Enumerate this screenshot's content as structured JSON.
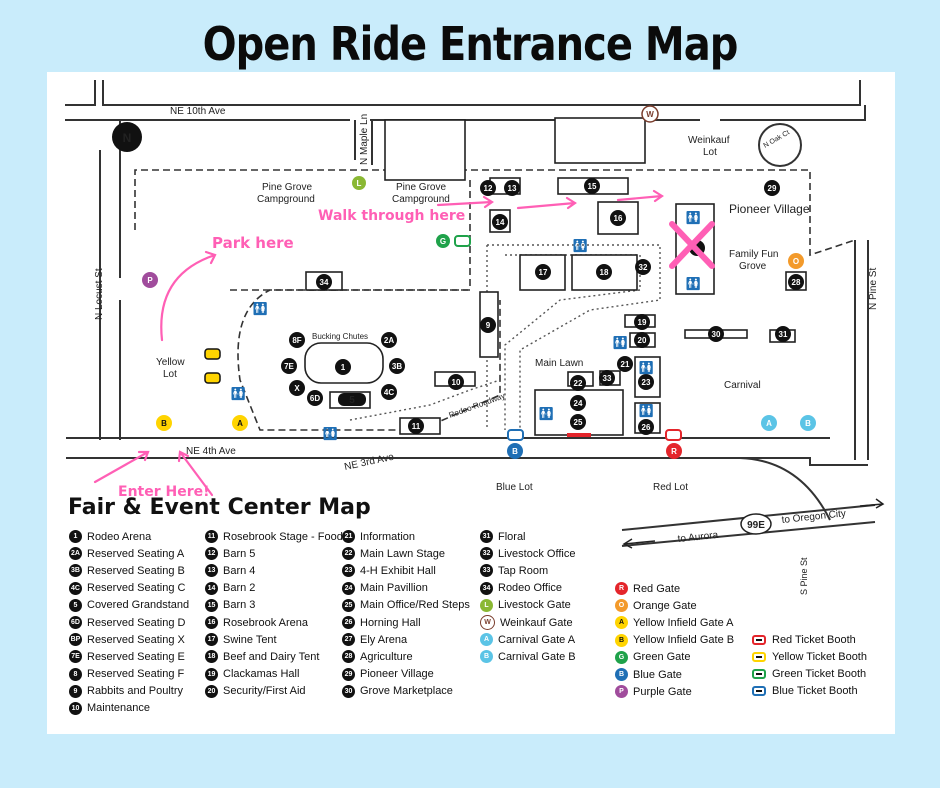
{
  "page": {
    "title": "Open Ride Entrance Map"
  },
  "colors": {
    "pink": "#ff5fb5",
    "background": "#c9ecfb",
    "red": "#e4252b",
    "orange": "#f39a2b",
    "yellow": "#ffd400",
    "green": "#1fa24a",
    "blue": "#1f6fb5",
    "purple": "#a04c9c",
    "light_blue": "#5bc4e6",
    "olive_green": "#8ab833"
  },
  "streets": {
    "ne10": "NE 10th Ave",
    "maple": "N Maple Ln",
    "locust": "N Locust St",
    "pine": "N Pine St",
    "ne4": "NE 4th Ave",
    "ne3": "NE 3rd Ave",
    "rodeo_rd": "Rodeo Roadway",
    "s_pine": "S Pine St",
    "oak": "N Oak Ct"
  },
  "places": {
    "pine_grove_1a": "Pine Grove",
    "pine_grove_1b": "Campground",
    "pine_grove_2a": "Pine Grove",
    "pine_grove_2b": "Campground",
    "weinkauf_a": "Weinkauf",
    "weinkauf_b": "Lot",
    "pioneer": "Pioneer Village",
    "family_a": "Family Fun",
    "family_b": "Grove",
    "yellow_a": "Yellow",
    "yellow_b": "Lot",
    "bucking": "Bucking Chutes",
    "main_lawn": "Main Lawn",
    "carnival": "Carnival",
    "blue_lot": "Blue Lot",
    "red_lot": "Red Lot",
    "to_aurora": "to Aurora",
    "to_oregon": "to Oregon City",
    "hwy": "99E"
  },
  "annotations": {
    "walk": "Walk through here",
    "park": "Park here",
    "enter": "Enter Here!"
  },
  "legend": {
    "title": "Fair & Event Center Map",
    "col1": [
      {
        "badge": "1",
        "label": "Rodeo Arena"
      },
      {
        "badge": "2A",
        "label": "Reserved Seating A"
      },
      {
        "badge": "3B",
        "label": "Reserved Seating B"
      },
      {
        "badge": "4C",
        "label": "Reserved Seating C"
      },
      {
        "badge": "5",
        "label": "Covered Grandstand"
      },
      {
        "badge": "6D",
        "label": "Reserved Seating D"
      },
      {
        "badge": "BP",
        "label": "Reserved Seating X"
      },
      {
        "badge": "7E",
        "label": "Reserved Seating E"
      },
      {
        "badge": "8",
        "label": "Reserved Seating F"
      },
      {
        "badge": "9",
        "label": "Rabbits and Poultry"
      },
      {
        "badge": "10",
        "label": "Maintenance"
      }
    ],
    "col2": [
      {
        "badge": "11",
        "label": "Rosebrook Stage - Food"
      },
      {
        "badge": "12",
        "label": "Barn 5"
      },
      {
        "badge": "13",
        "label": "Barn 4"
      },
      {
        "badge": "14",
        "label": "Barn 2"
      },
      {
        "badge": "15",
        "label": "Barn 3"
      },
      {
        "badge": "16",
        "label": "Rosebrook Arena"
      },
      {
        "badge": "17",
        "label": "Swine Tent"
      },
      {
        "badge": "18",
        "label": "Beef and Dairy Tent"
      },
      {
        "badge": "19",
        "label": "Clackamas Hall"
      },
      {
        "badge": "20",
        "label": "Security/First Aid"
      }
    ],
    "col3": [
      {
        "badge": "21",
        "label": "Information"
      },
      {
        "badge": "22",
        "label": "Main Lawn Stage"
      },
      {
        "badge": "23",
        "label": "4-H Exhibit Hall"
      },
      {
        "badge": "24",
        "label": "Main Pavillion"
      },
      {
        "badge": "25",
        "label": "Main Office/Red Steps"
      },
      {
        "badge": "26",
        "label": "Horning Hall"
      },
      {
        "badge": "27",
        "label": "Ely Arena"
      },
      {
        "badge": "28",
        "label": "Agriculture"
      },
      {
        "badge": "29",
        "label": "Pioneer Village"
      },
      {
        "badge": "30",
        "label": "Grove Marketplace"
      }
    ],
    "col4": [
      {
        "badge": "31",
        "label": "Floral",
        "color": "#111111"
      },
      {
        "badge": "32",
        "label": "Livestock Office",
        "color": "#111111"
      },
      {
        "badge": "33",
        "label": "Tap Room",
        "color": "#111111"
      },
      {
        "badge": "34",
        "label": "Rodeo Office",
        "color": "#111111"
      },
      {
        "badge": "L",
        "label": "Livestock Gate",
        "color": "#8ab833"
      },
      {
        "badge": "W",
        "label": "Weinkauf Gate",
        "color": "#ffffff"
      },
      {
        "badge": "A",
        "label": "Carnival Gate A",
        "color": "#5bc4e6"
      },
      {
        "badge": "B",
        "label": "Carnival Gate B",
        "color": "#5bc4e6"
      }
    ],
    "gates": [
      {
        "badge": "R",
        "label": "Red Gate",
        "color": "#e4252b"
      },
      {
        "badge": "O",
        "label": "Orange Gate",
        "color": "#f39a2b"
      },
      {
        "badge": "A",
        "label": "Yellow Infield Gate A",
        "color": "#ffd400"
      },
      {
        "badge": "B",
        "label": "Yellow Infield Gate B",
        "color": "#ffd400"
      },
      {
        "badge": "G",
        "label": "Green Gate",
        "color": "#1fa24a"
      },
      {
        "badge": "B",
        "label": "Blue Gate",
        "color": "#1f6fb5"
      },
      {
        "badge": "P",
        "label": "Purple Gate",
        "color": "#a04c9c"
      }
    ],
    "booths": [
      {
        "label": "Red Ticket Booth",
        "color": "#e4252b"
      },
      {
        "label": "Yellow Ticket Booth",
        "color": "#ffd400"
      },
      {
        "label": "Green Ticket Booth",
        "color": "#1fa24a"
      },
      {
        "label": "Blue Ticket Booth",
        "color": "#1f6fb5"
      }
    ]
  }
}
